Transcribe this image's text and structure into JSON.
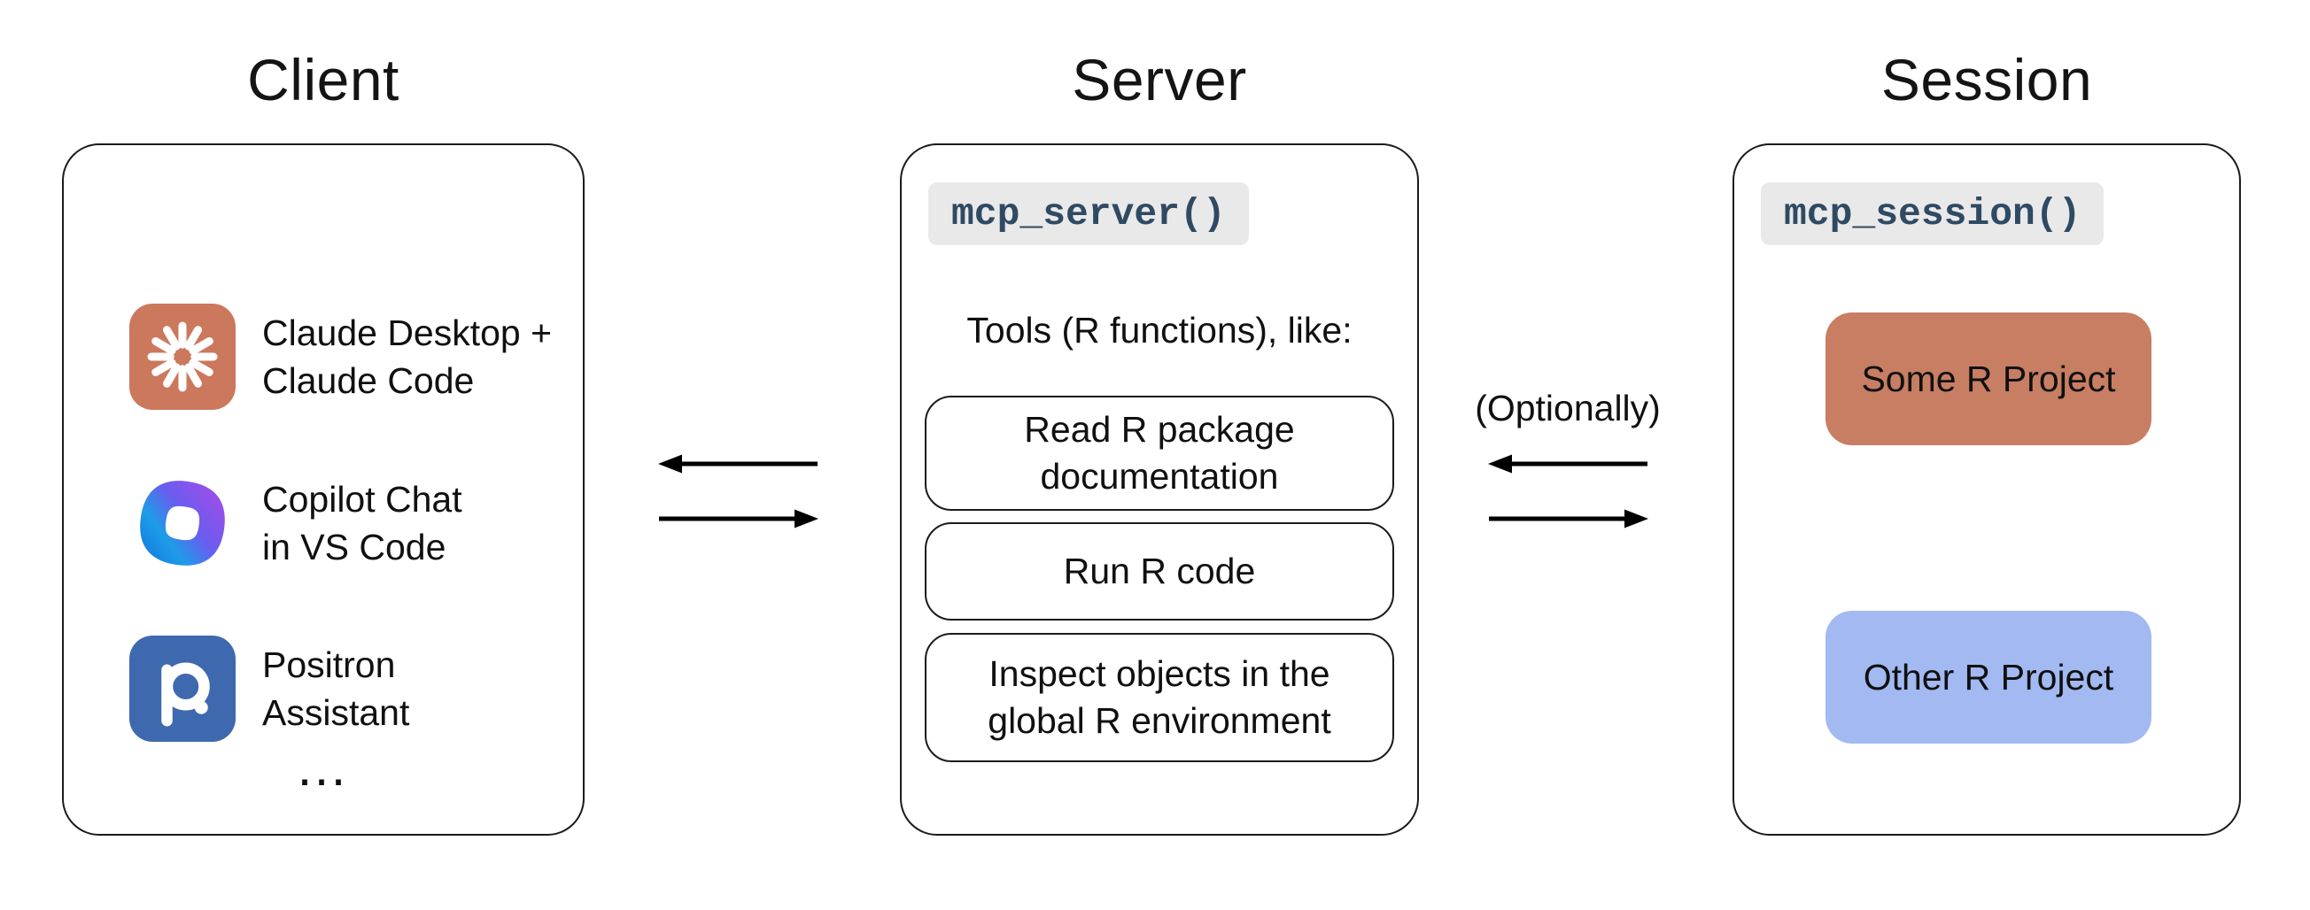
{
  "client": {
    "title": "Client",
    "items": [
      {
        "label": "Claude Desktop +\nClaude Code",
        "icon": "claude-starburst"
      },
      {
        "label": "Copilot Chat\nin VS Code",
        "icon": "copilot-loop"
      },
      {
        "label": "Positron\nAssistant",
        "icon": "positron-p"
      }
    ],
    "more": "…"
  },
  "server": {
    "title": "Server",
    "code_chip": "mcp_server()",
    "subtitle": "Tools (R functions), like:",
    "tools": [
      "Read R package\ndocumentation",
      "Run R code",
      "Inspect objects in the\nglobal R environment"
    ]
  },
  "session": {
    "title": "Session",
    "code_chip": "mcp_session()",
    "projects": [
      {
        "label": "Some R Project",
        "color": "#C87E62"
      },
      {
        "label": "Other R Project",
        "color": "#A2B9F1"
      }
    ]
  },
  "arrows": {
    "optional_label": "(Optionally)",
    "color": "#000000"
  },
  "colors": {
    "chip_background": "#E9E9E9",
    "chip_text": "#2F4A63",
    "claude_orange": "#CC785C",
    "positron_blue": "#3E69AE",
    "panel_border": "#1b1b1b"
  }
}
